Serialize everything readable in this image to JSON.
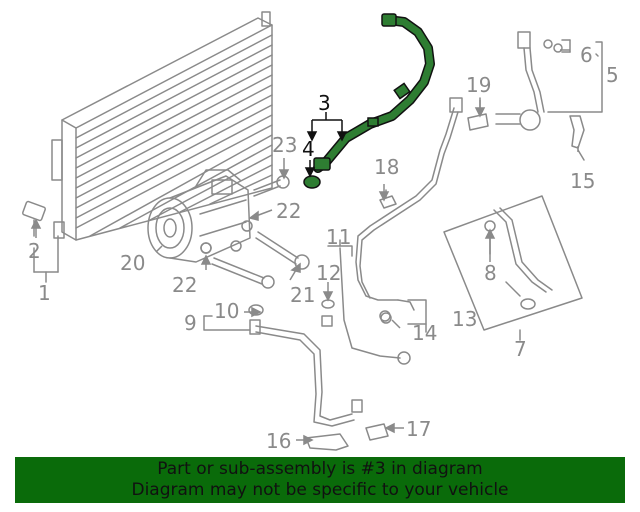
{
  "callouts": [
    {
      "id": "1",
      "label": "1",
      "highlight": false
    },
    {
      "id": "2",
      "label": "2",
      "highlight": false
    },
    {
      "id": "3",
      "label": "3",
      "highlight": true
    },
    {
      "id": "4",
      "label": "4",
      "highlight": true
    },
    {
      "id": "5",
      "label": "5",
      "highlight": false
    },
    {
      "id": "6",
      "label": "6",
      "highlight": false
    },
    {
      "id": "7",
      "label": "7",
      "highlight": false
    },
    {
      "id": "8",
      "label": "8",
      "highlight": false
    },
    {
      "id": "9",
      "label": "9",
      "highlight": false
    },
    {
      "id": "10",
      "label": "10",
      "highlight": false
    },
    {
      "id": "11",
      "label": "11",
      "highlight": false
    },
    {
      "id": "12",
      "label": "12",
      "highlight": false
    },
    {
      "id": "13",
      "label": "13",
      "highlight": false
    },
    {
      "id": "14",
      "label": "14",
      "highlight": false
    },
    {
      "id": "15",
      "label": "15",
      "highlight": false
    },
    {
      "id": "16",
      "label": "16",
      "highlight": false
    },
    {
      "id": "17",
      "label": "17",
      "highlight": false
    },
    {
      "id": "18",
      "label": "18",
      "highlight": false
    },
    {
      "id": "19",
      "label": "19",
      "highlight": false
    },
    {
      "id": "20",
      "label": "20",
      "highlight": false
    },
    {
      "id": "21",
      "label": "21",
      "highlight": false
    },
    {
      "id": "22a",
      "label": "22",
      "highlight": false
    },
    {
      "id": "22b",
      "label": "22",
      "highlight": false
    },
    {
      "id": "23",
      "label": "23",
      "highlight": false
    }
  ],
  "highlight_color": "#2e7d32",
  "banner": {
    "line1": "Part or sub-assembly is #3 in diagram",
    "line2": "Diagram may not be specific to your vehicle",
    "color": "#0a6b0a"
  }
}
